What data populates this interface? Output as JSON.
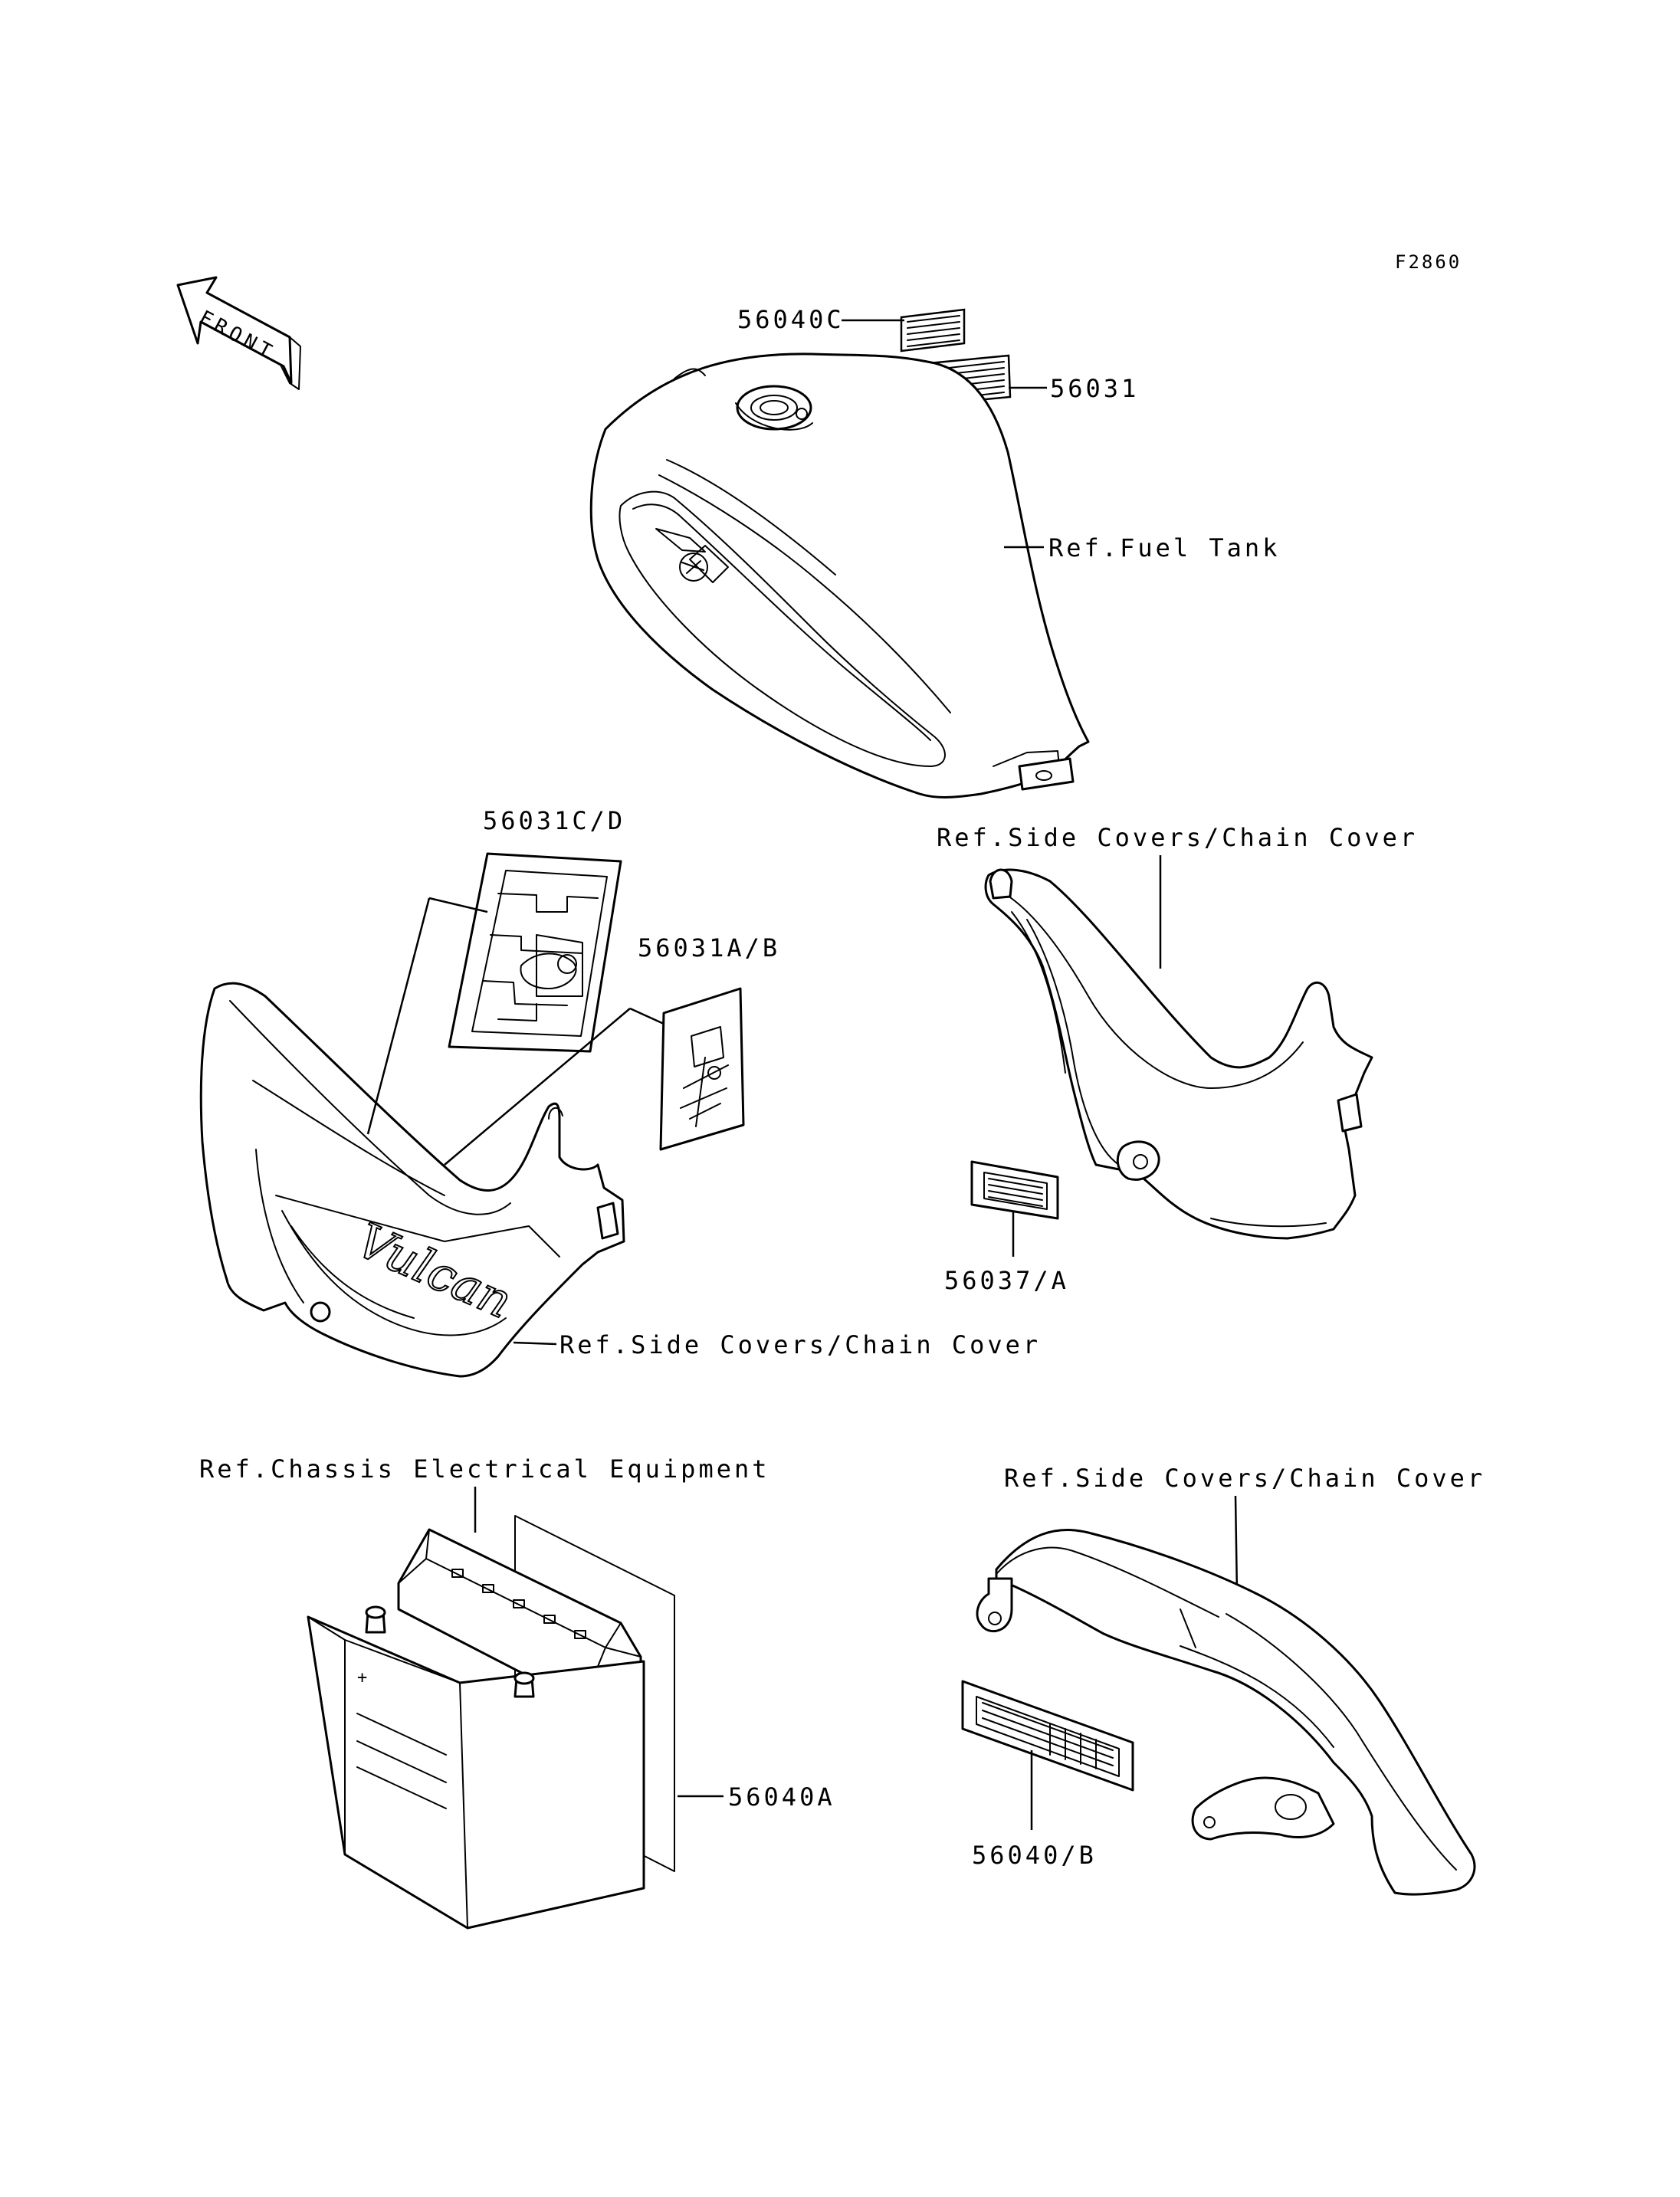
{
  "diagram_code": "F2860",
  "front_arrow_label": "FRONT",
  "vulcan_wordmark": "Vulcan",
  "callouts": {
    "p56040C": "56040C",
    "p56031": "56031",
    "ref_fuel_tank": "Ref.Fuel Tank",
    "p56031CD": "56031C/D",
    "p56031AB": "56031A/B",
    "ref_side_covers_top": "Ref.Side Covers/Chain Cover",
    "ref_side_covers_left": "Ref.Side Covers/Chain Cover",
    "p56037A": "56037/A",
    "ref_chassis_electrical": "Ref.Chassis Electrical Equipment",
    "ref_side_covers_chain": "Ref.Side Covers/Chain Cover",
    "p56040A": "56040A",
    "p56040B": "56040/B"
  }
}
